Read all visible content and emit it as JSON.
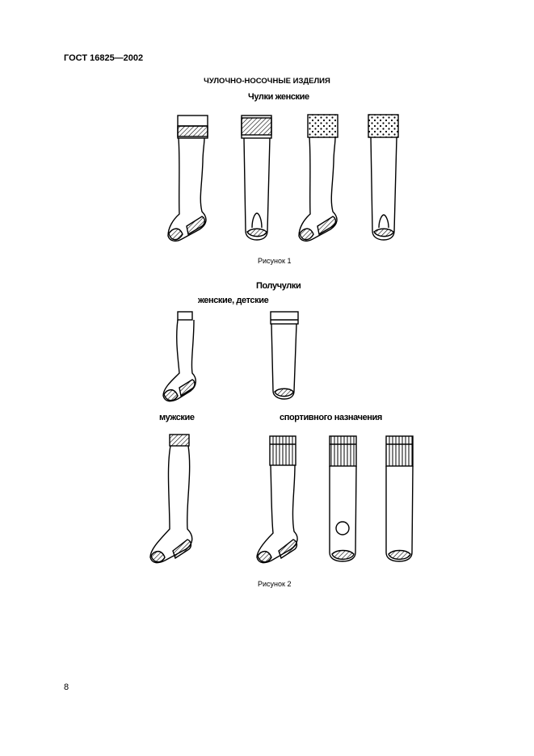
{
  "header": {
    "standard": "ГОСТ 16825—2002"
  },
  "section_title": "ЧУЛОЧНО-НОСОЧНЫЕ ИЗДЕЛИЯ",
  "figure1": {
    "heading": "Чулки женские",
    "caption": "Рисунок 1"
  },
  "figure2": {
    "heading": "Получулки",
    "group_women_children": "женские, детские",
    "group_men": "мужские",
    "group_sport": "спортивного назначения",
    "caption": "Рисунок 2"
  },
  "footer": {
    "page_number": "8"
  }
}
